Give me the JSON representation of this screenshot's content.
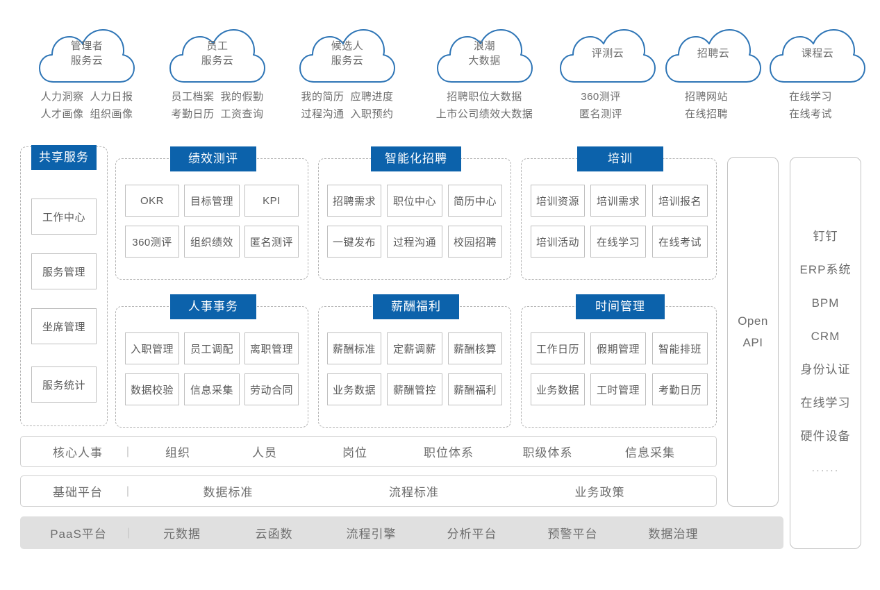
{
  "colors": {
    "brand_blue": "#0c62ab",
    "cloud_stroke": "#2e75b6",
    "text_gray": "#6d6d6d",
    "cell_border": "#bfbfbf",
    "panel_dash": "#b3b3b3",
    "paas_fill": "#e0e0e0"
  },
  "clouds": [
    {
      "title_line1": "管理者",
      "title_line2": "服务云",
      "items": [
        [
          "人力洞察",
          "人力日报"
        ],
        [
          "人才画像",
          "组织画像"
        ]
      ]
    },
    {
      "title_line1": "员工",
      "title_line2": "服务云",
      "items": [
        [
          "员工档案",
          "我的假勤"
        ],
        [
          "考勤日历",
          "工资查询"
        ]
      ]
    },
    {
      "title_line1": "候选人",
      "title_line2": "服务云",
      "items": [
        [
          "我的简历",
          "应聘进度"
        ],
        [
          "过程沟通",
          "入职预约"
        ]
      ]
    },
    {
      "title_line1": "浪潮",
      "title_line2": "大数据",
      "items": [
        [
          "招聘职位大数据"
        ],
        [
          "上市公司绩效大数据"
        ]
      ]
    },
    {
      "title_line1": "评测云",
      "title_line2": "",
      "items": [
        [
          "360测评"
        ],
        [
          "匿名测评"
        ]
      ]
    },
    {
      "title_line1": "招聘云",
      "title_line2": "",
      "items": [
        [
          "招聘网站"
        ],
        [
          "在线招聘"
        ]
      ]
    },
    {
      "title_line1": "课程云",
      "title_line2": "",
      "items": [
        [
          "在线学习"
        ],
        [
          "在线考试"
        ]
      ]
    }
  ],
  "shared_service": {
    "title": "共享服务",
    "items": [
      "工作中心",
      "服务管理",
      "坐席管理",
      "服务统计"
    ]
  },
  "modules": [
    {
      "title": "绩效测评",
      "cells": [
        [
          "OKR",
          "目标管理",
          "KPI"
        ],
        [
          "360测评",
          "组织绩效",
          "匿名测评"
        ]
      ]
    },
    {
      "title": "智能化招聘",
      "cells": [
        [
          "招聘需求",
          "职位中心",
          "简历中心"
        ],
        [
          "一键发布",
          "过程沟通",
          "校园招聘"
        ]
      ]
    },
    {
      "title": "培训",
      "cells": [
        [
          "培训资源",
          "培训需求",
          "培训报名"
        ],
        [
          "培训活动",
          "在线学习",
          "在线考试"
        ]
      ]
    },
    {
      "title": "人事事务",
      "cells": [
        [
          "入职管理",
          "员工调配",
          "离职管理"
        ],
        [
          "数据校验",
          "信息采集",
          "劳动合同"
        ]
      ]
    },
    {
      "title": "薪酬福利",
      "cells": [
        [
          "薪酬标准",
          "定薪调薪",
          "薪酬核算"
        ],
        [
          "业务数据",
          "薪酬管控",
          "薪酬福利"
        ]
      ]
    },
    {
      "title": "时间管理",
      "cells": [
        [
          "工作日历",
          "假期管理",
          "智能排班"
        ],
        [
          "业务数据",
          "工时管理",
          "考勤日历"
        ]
      ]
    }
  ],
  "bars": [
    {
      "label": "核心人事",
      "divider": "|",
      "items": [
        "组织",
        "人员",
        "岗位",
        "职位体系",
        "职级体系",
        "信息采集"
      ]
    },
    {
      "label": "基础平台",
      "divider": "|",
      "items": [
        "数据标准",
        "流程标准",
        "业务政策"
      ]
    },
    {
      "label": "PaaS平台",
      "divider": "|",
      "items": [
        "元数据",
        "云函数",
        "流程引擎",
        "分析平台",
        "预警平台",
        "数据治理"
      ]
    }
  ],
  "open_api": {
    "line1": "Open",
    "line2": "API"
  },
  "integrations": {
    "items": [
      "钉钉",
      "ERP系统",
      "BPM",
      "CRM",
      "身份认证",
      "在线学习",
      "硬件设备",
      "······"
    ]
  }
}
